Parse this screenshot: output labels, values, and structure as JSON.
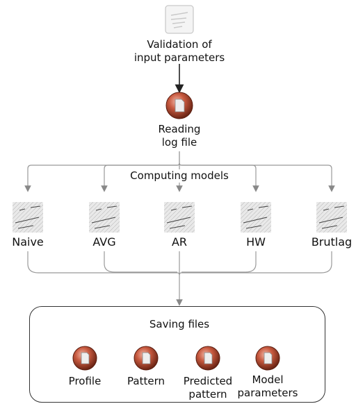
{
  "steps": {
    "validation": {
      "label_line1": "Validation of",
      "label_line2": "input parameters",
      "icon": "script-task-icon"
    },
    "reading": {
      "label_line1": "Reading",
      "label_line2": "log file",
      "icon": "document-icon"
    },
    "computing": {
      "label": "Computing models"
    },
    "models": [
      {
        "label": "Naive",
        "icon": "formula-icon"
      },
      {
        "label": "AVG",
        "icon": "formula-icon"
      },
      {
        "label": "AR",
        "icon": "formula-icon"
      },
      {
        "label": "HW",
        "icon": "formula-icon"
      },
      {
        "label": "Brutlag",
        "icon": "formula-icon"
      }
    ],
    "saving": {
      "label": "Saving files",
      "outputs": [
        {
          "label_line1": "Profile",
          "label_line2": "",
          "icon": "document-icon"
        },
        {
          "label_line1": "Pattern",
          "label_line2": "",
          "icon": "document-icon"
        },
        {
          "label_line1": "Predicted",
          "label_line2": "pattern",
          "icon": "document-icon"
        },
        {
          "label_line1": "Model",
          "label_line2": "parameters",
          "icon": "document-icon"
        }
      ]
    }
  }
}
